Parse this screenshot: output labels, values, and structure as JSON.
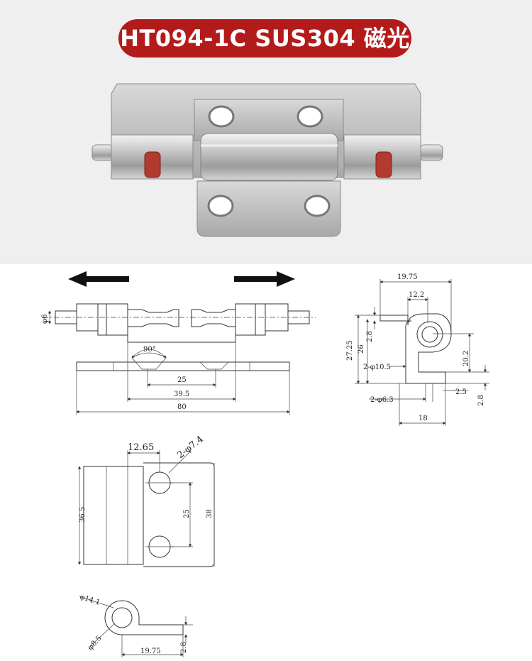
{
  "header": {
    "title": "HT094-1C SUS304 磁光"
  },
  "colors": {
    "badge": "#b31b1b",
    "photo_bg": "#efefef",
    "steel": "#c9c9c9",
    "gasket": "#b23a2e"
  },
  "front_view": {
    "labels": {
      "pin_dia": "φ6",
      "angle": "90°",
      "hole_spacing": "25",
      "span": "39.5",
      "overall": "80"
    }
  },
  "side_view": {
    "labels": {
      "width_top": "19.75",
      "inner": "12.2",
      "height_outer": "27.25",
      "height_inner": "26",
      "gap": "2.8",
      "bend_radius": "2-φ10.5",
      "leg": "20.2",
      "thickness": "2.5",
      "thickness2": "2.8",
      "hole": "2-φ6.3",
      "foot": "18"
    }
  },
  "plan_view": {
    "labels": {
      "offset": "12.65",
      "holes": "2-φ7.4",
      "height": "36.5",
      "pitch": "25",
      "overall_height": "38"
    }
  },
  "end_view": {
    "labels": {
      "outer_dia": "φ14.1",
      "inner_dia": "φ8.5",
      "length": "19.75",
      "thickness": "2.8"
    }
  }
}
